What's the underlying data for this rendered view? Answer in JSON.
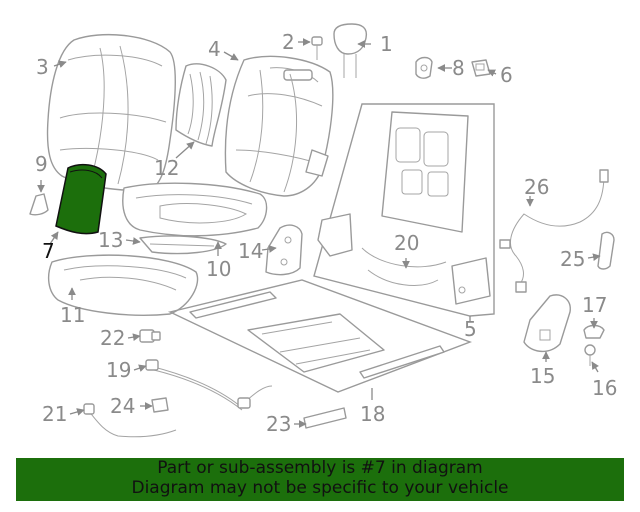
{
  "highlight_color": "#1c6f0c",
  "banner": {
    "line1": "Part or sub-assembly is #7 in diagram",
    "line2": "Diagram may not be specific to your vehicle"
  },
  "callouts": {
    "n1": "1",
    "n2": "2",
    "n3": "3",
    "n4": "4",
    "n5": "5",
    "n6": "6",
    "n7": "7",
    "n8": "8",
    "n9": "9",
    "n10": "10",
    "n11": "11",
    "n12": "12",
    "n13": "13",
    "n14": "14",
    "n15": "15",
    "n16": "16",
    "n17": "17",
    "n18": "18",
    "n19": "19",
    "n20": "20",
    "n21": "21",
    "n22": "22",
    "n23": "23",
    "n24": "24",
    "n25": "25",
    "n26": "26"
  }
}
